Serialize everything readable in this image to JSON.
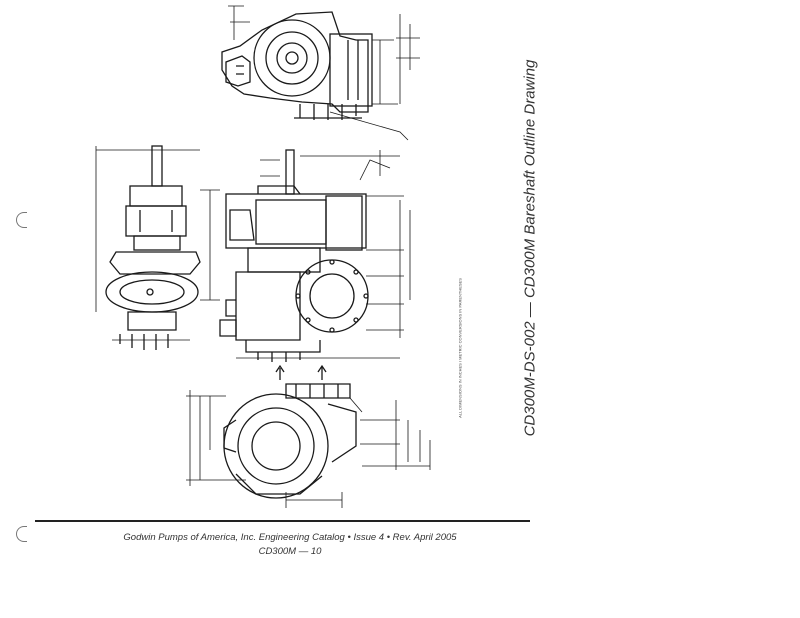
{
  "title": "CD300M-DS-002 — CD300M Bareshaft Outline Drawing",
  "footer": {
    "line1": "Godwin Pumps of America, Inc. Engineering Catalog • Issue 4 • Rev. April 2005",
    "line2": "CD300M — 10"
  },
  "notes": "ALL DIMENSIONS IN INCHES / METRIC CONVERSIONS IN PARENTHESES"
}
